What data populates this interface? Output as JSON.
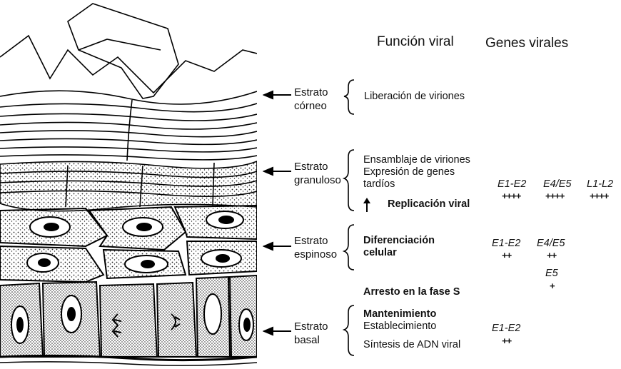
{
  "headers": {
    "function": "Función viral",
    "genes": "Genes virales"
  },
  "layers": [
    {
      "line1": "Estrato",
      "line2": "córneo"
    },
    {
      "line1": "Estrato",
      "line2": "granuloso"
    },
    {
      "line1": "Estrato",
      "line2": "espinoso"
    },
    {
      "line1": "Estrato",
      "line2": "basal"
    }
  ],
  "functions": {
    "corneo": "Liberación de viriones",
    "granuloso": [
      "Ensamblaje de viriones",
      "Expresión de genes",
      "tardíos"
    ],
    "replicacion": "Replicación viral",
    "espinoso": [
      "Diferenciación",
      "celular"
    ],
    "arresto": "Arresto en la fase S",
    "basal": [
      "Mantenimiento",
      "Establecimiento",
      "Síntesis de ADN viral"
    ]
  },
  "genes": {
    "granuloso": [
      {
        "name": "E1-E2",
        "level": "++++"
      },
      {
        "name": "E4/E5",
        "level": "++++"
      },
      {
        "name": "L1-L2",
        "level": "++++"
      }
    ],
    "espinoso": [
      {
        "name": "E1-E2",
        "level": "++"
      },
      {
        "name": "E4/E5",
        "level": "++"
      }
    ],
    "arresto": [
      {
        "name": "E5",
        "level": "+"
      }
    ],
    "basal": [
      {
        "name": "E1-E2",
        "level": "++"
      }
    ]
  }
}
